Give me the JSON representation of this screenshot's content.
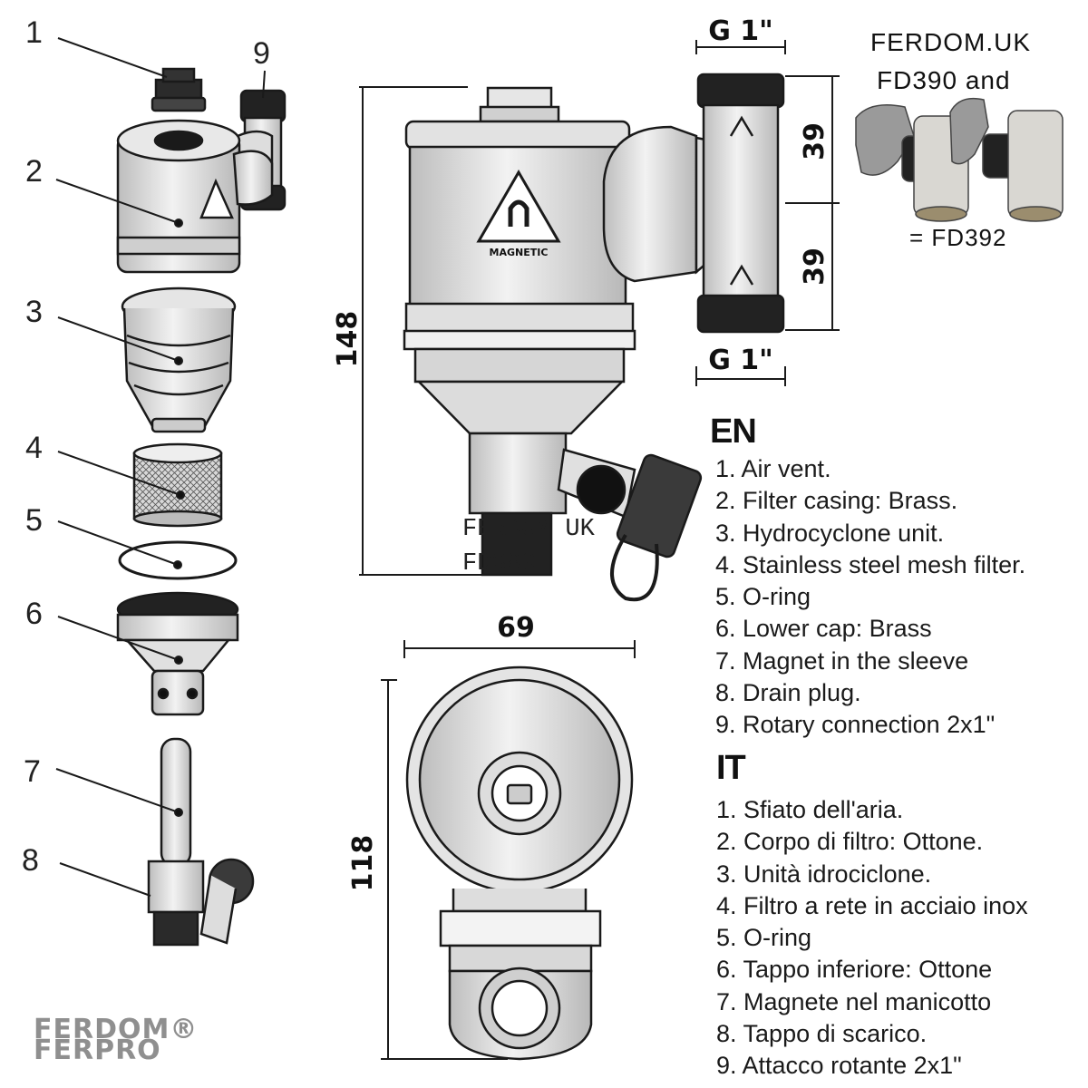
{
  "part_numbers": [
    "1",
    "2",
    "3",
    "4",
    "5",
    "6",
    "7",
    "8",
    "9"
  ],
  "dimensions": {
    "height_total": "148",
    "height_bottom": "118",
    "width": "69",
    "port_spacing_top": "39",
    "port_spacing_bottom": "39",
    "thread_top": "G 1\"",
    "thread_bottom": "G 1\""
  },
  "magnet_label": "MAGNETIC",
  "watermark": {
    "line1": "FERDOM UK",
    "line2": "FD390"
  },
  "promo": {
    "line1": "FERDOM.UK",
    "line2": "FD390  and",
    "line3": "= FD392"
  },
  "en": {
    "heading": "EN",
    "items": [
      "1. Air vent.",
      "2. Filter casing: Brass.",
      "3. Hydrocyclone unit.",
      "4. Stainless steel mesh filter.",
      "5. O-ring",
      "6. Lower cap: Brass",
      "7. Magnet in the sleeve",
      "8. Drain plug.",
      "9. Rotary connection 2x1\""
    ]
  },
  "it": {
    "heading": "IT",
    "items": [
      "1. Sfiato dell'aria.",
      "2. Corpo di filtro: Ottone.",
      "3. Unità idrociclone.",
      "4. Filtro a rete in acciaio inox",
      "5. O-ring",
      "6. Tappo inferiore: Ottone",
      "7. Magnete nel manicotto",
      "8. Tappo di scarico.",
      "9. Attacco rotante 2x1\""
    ]
  },
  "logo": {
    "line1": "FERDOM®",
    "line2": "FERPRO"
  },
  "colors": {
    "metal_light": "#e6e6e6",
    "metal_mid": "#c9c9c9",
    "outline": "#1a1a1a",
    "rubber": "#1b1b1b",
    "logo_grey": "#8f8f8f"
  }
}
